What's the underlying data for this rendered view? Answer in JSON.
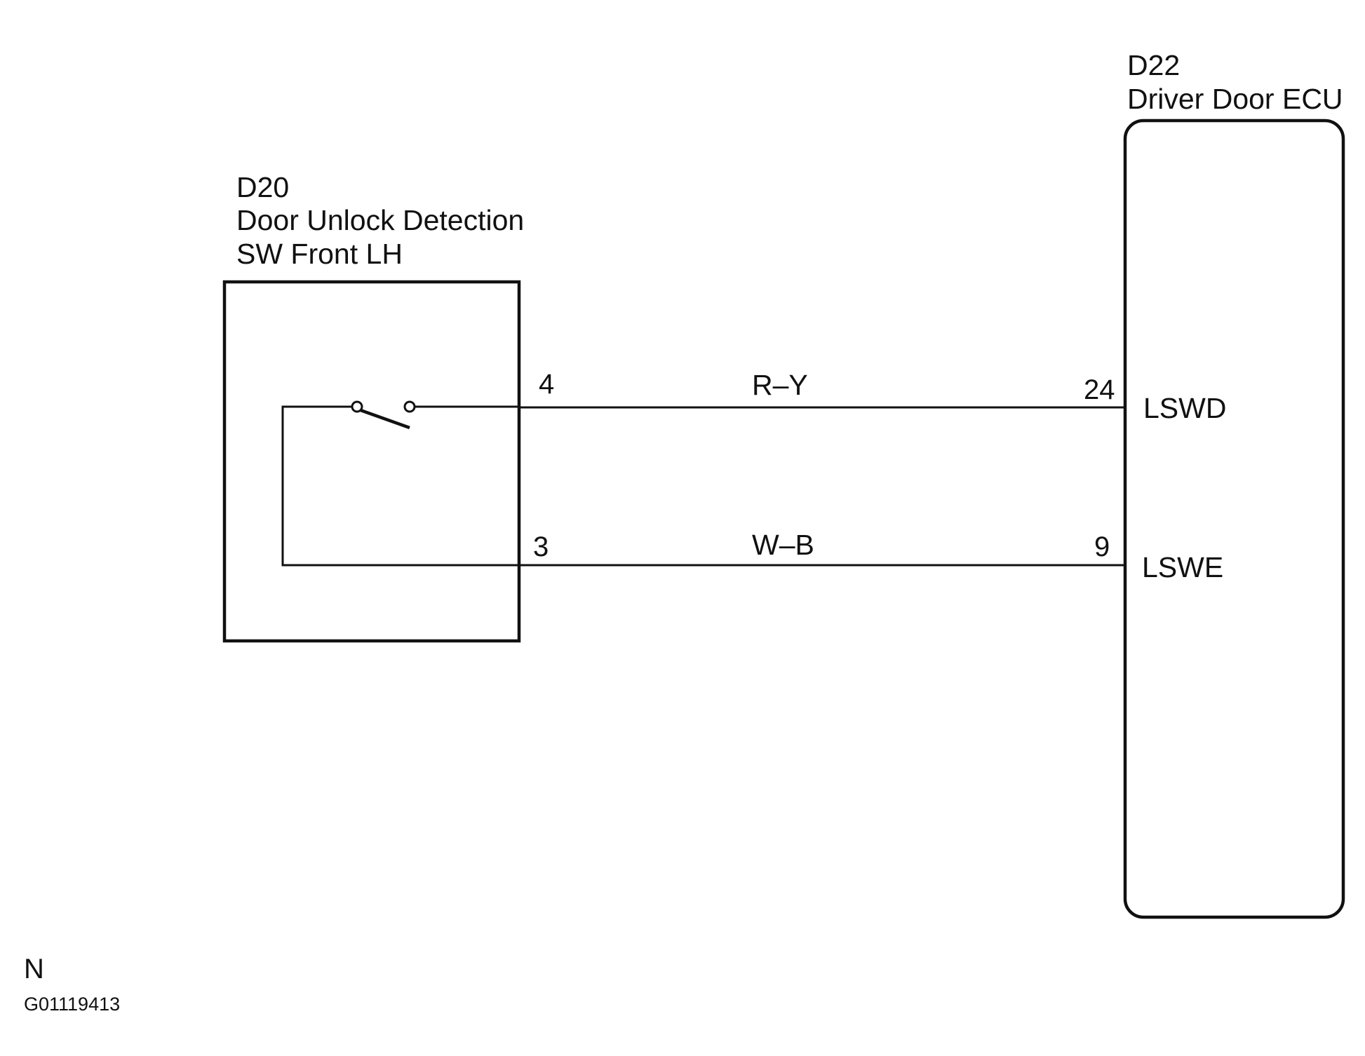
{
  "components": {
    "switch": {
      "code": "D20",
      "name_line1": "Door Unlock Detection",
      "name_line2": "SW Front LH"
    },
    "ecu": {
      "code": "D22",
      "name": "Driver Door ECU"
    }
  },
  "wires": [
    {
      "from_pin": "4",
      "color_code": "R–Y",
      "to_pin": "24",
      "terminal": "LSWD"
    },
    {
      "from_pin": "3",
      "color_code": "W–B",
      "to_pin": "9",
      "terminal": "LSWE"
    }
  ],
  "footer": {
    "mark": "N",
    "figure_id": "G01119413"
  }
}
